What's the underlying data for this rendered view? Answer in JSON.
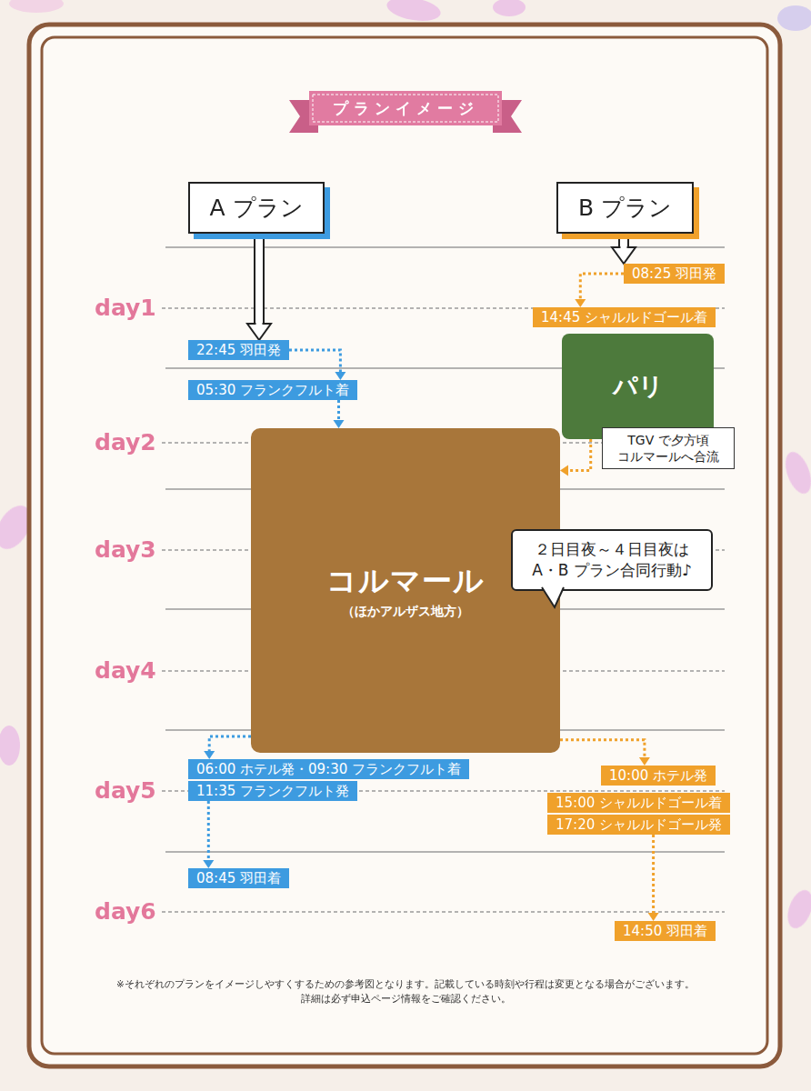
{
  "diagram": {
    "title": "プランイメージ",
    "nodes": [
      {
        "text": [
          "A プラン"
        ]
      },
      {
        "text": [
          "B プラン"
        ]
      },
      {
        "text": [
          "08:25 羽田発"
        ]
      },
      {
        "text": [
          "14:45 シャルルドゴール着"
        ]
      },
      {
        "text": [
          "22:45 羽田発"
        ]
      },
      {
        "text": [
          "05:30 フランクフルト着"
        ]
      },
      {
        "text": [
          "パリ"
        ]
      },
      {
        "text": [
          "TGV で夕方頃 コルマールへ合流"
        ]
      },
      {
        "text": [
          "コルマール",
          "（ほかアルザス地方）"
        ]
      },
      {
        "text": [
          "２日目夜～４日目夜は A・B プラン合同行動♪"
        ]
      },
      {
        "text": [
          "06:00 ホテル発・09:30 フランクフルト着"
        ]
      },
      {
        "text": [
          "11:35 フランクフルト発"
        ]
      },
      {
        "text": [
          "10:00 ホテル発"
        ]
      },
      {
        "text": [
          "15:00 シャルルドゴール着"
        ]
      },
      {
        "text": [
          "17:20 シャルルドゴール発"
        ]
      },
      {
        "text": [
          "08:45 羽田着"
        ]
      },
      {
        "text": [
          "14:50 羽田着"
        ]
      }
    ],
    "edges": [
      {
        "from": 0,
        "to": 4,
        "arrow": "to"
      },
      {
        "from": 1,
        "to": 2,
        "arrow": "to"
      },
      {
        "from": 2,
        "to": 3,
        "arrow": "to"
      },
      {
        "from": 4,
        "to": 5,
        "arrow": "to"
      },
      {
        "from": 5,
        "to": 8,
        "arrow": "to"
      },
      {
        "from": 6,
        "to": 8,
        "arrow": "to"
      },
      {
        "from": 8,
        "to": 10,
        "arrow": "to"
      },
      {
        "from": 8,
        "to": 12,
        "arrow": "to"
      },
      {
        "from": 11,
        "to": 15,
        "arrow": "to"
      },
      {
        "from": 14,
        "to": 16,
        "arrow": "to"
      }
    ],
    "labels": [
      "day1",
      "day2",
      "day3",
      "day4",
      "day5",
      "day6",
      "※それぞれのプランをイメージしやすくするための参考図となります。記載している時刻や行程は変更となる場合がございます。",
      "詳細は必ず申込ページ情報をご確認ください。"
    ]
  }
}
